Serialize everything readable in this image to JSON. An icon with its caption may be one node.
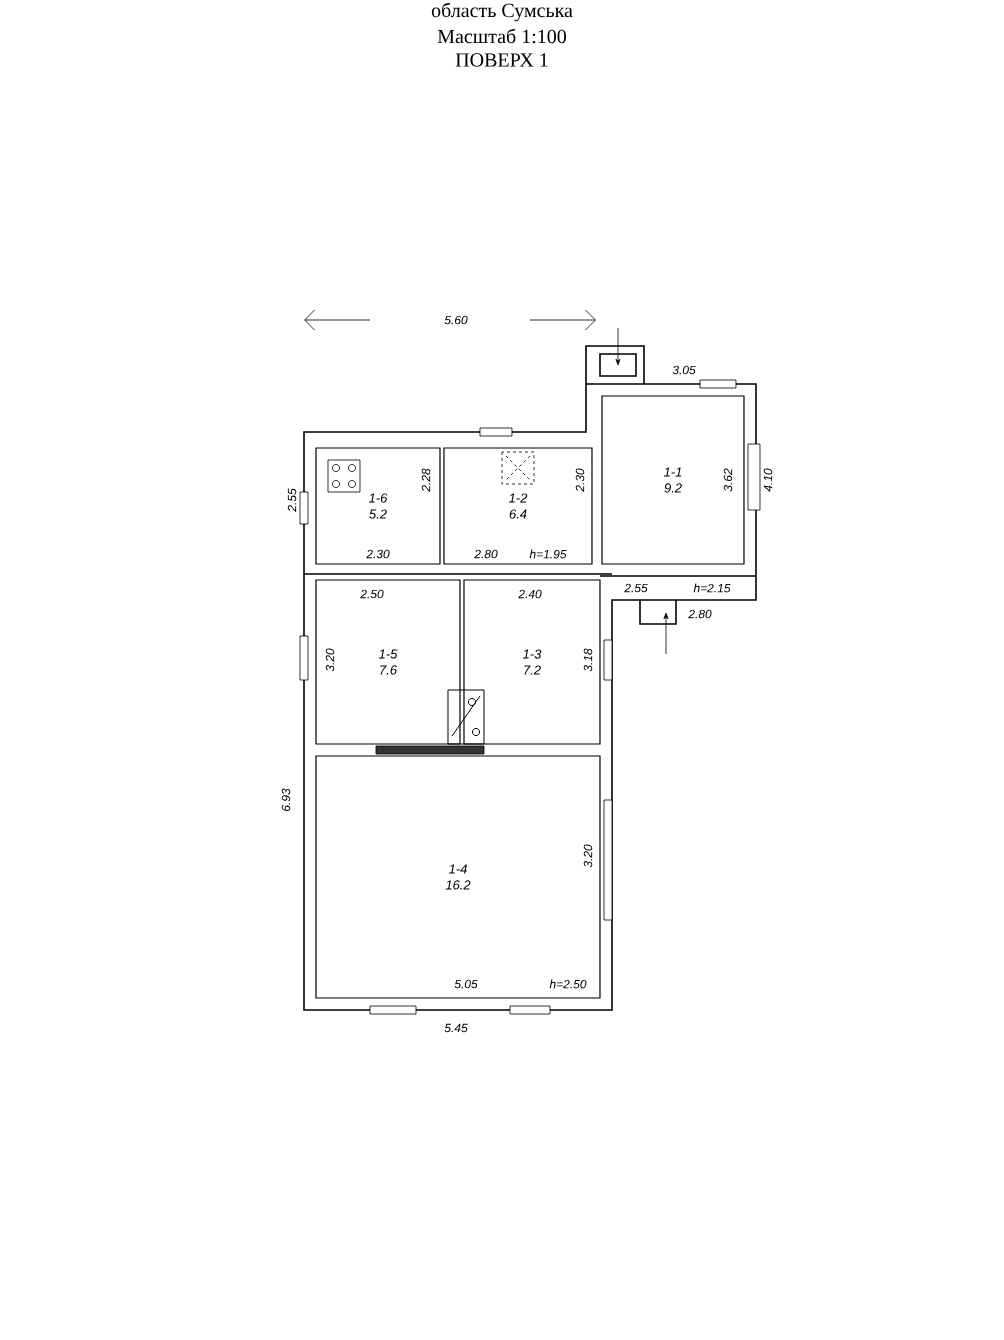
{
  "diagram": {
    "nodes": [
      {
        "text": [
          "1-6",
          "5.2"
        ]
      },
      {
        "text": [
          "1-2",
          "6.4"
        ]
      },
      {
        "text": [
          "1-1",
          "9.2"
        ]
      },
      {
        "text": [
          "1-5",
          "7.6"
        ]
      },
      {
        "text": [
          "1-3",
          "7.2"
        ]
      },
      {
        "text": [
          "1-4",
          "16.2"
        ]
      }
    ],
    "labels": [
      "область Сумська",
      "Масштаб 1:100",
      "ПОВЕРХ 1",
      "5.60",
      "3.05",
      "2.55",
      "2.28",
      "2.30",
      "3.62",
      "4.10",
      "2.30",
      "2.80",
      "h=1.95",
      "2.55",
      "h=2.15",
      "2.50",
      "2.40",
      "2.80",
      "3.20",
      "3.18",
      "6.93",
      "3.20",
      "5.05",
      "h=2.50",
      "5.45"
    ]
  }
}
